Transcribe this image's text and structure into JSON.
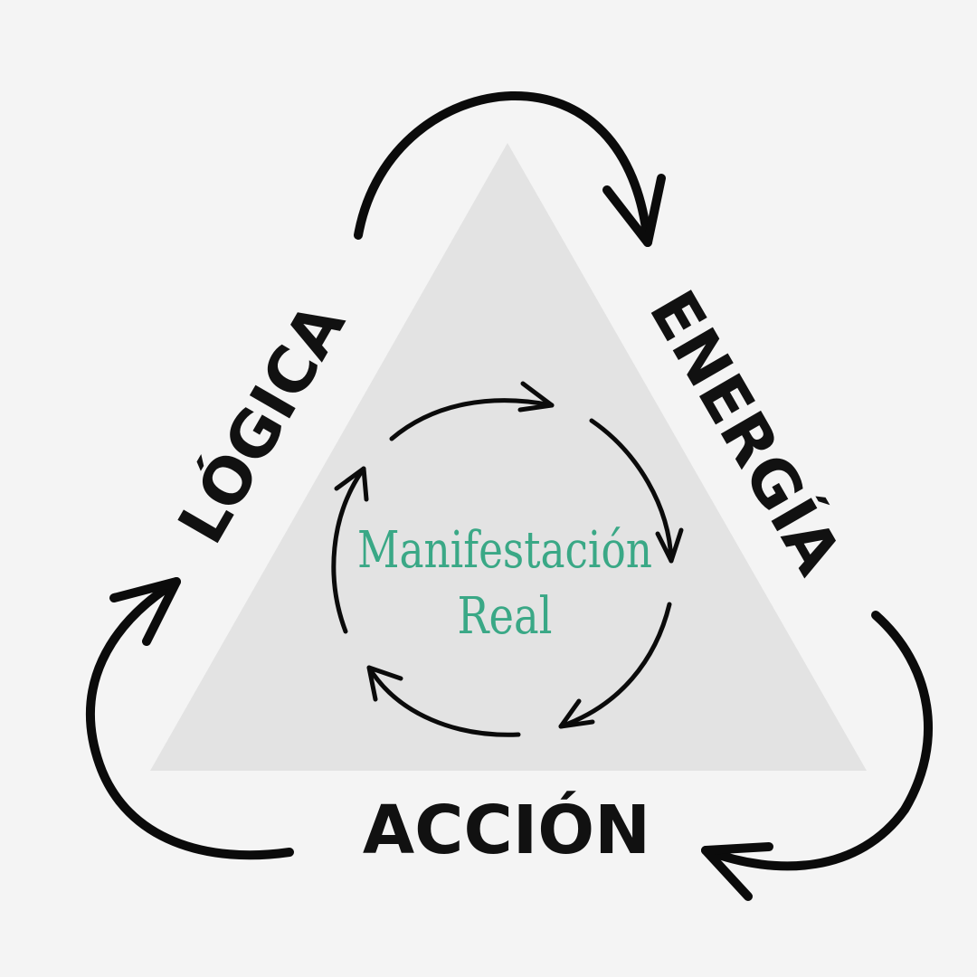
{
  "diagram": {
    "labels": {
      "left": "LÓGICA",
      "right": "ENERGÍA",
      "bottom": "ACCIÓN"
    },
    "center": {
      "line1": "Manifestación",
      "line2": "Real"
    },
    "colors": {
      "background": "#f4f4f4",
      "triangle": "#e3e3e3",
      "text": "#111111",
      "arrows": "#0b0b0b",
      "center_text": "#3aa886"
    }
  }
}
